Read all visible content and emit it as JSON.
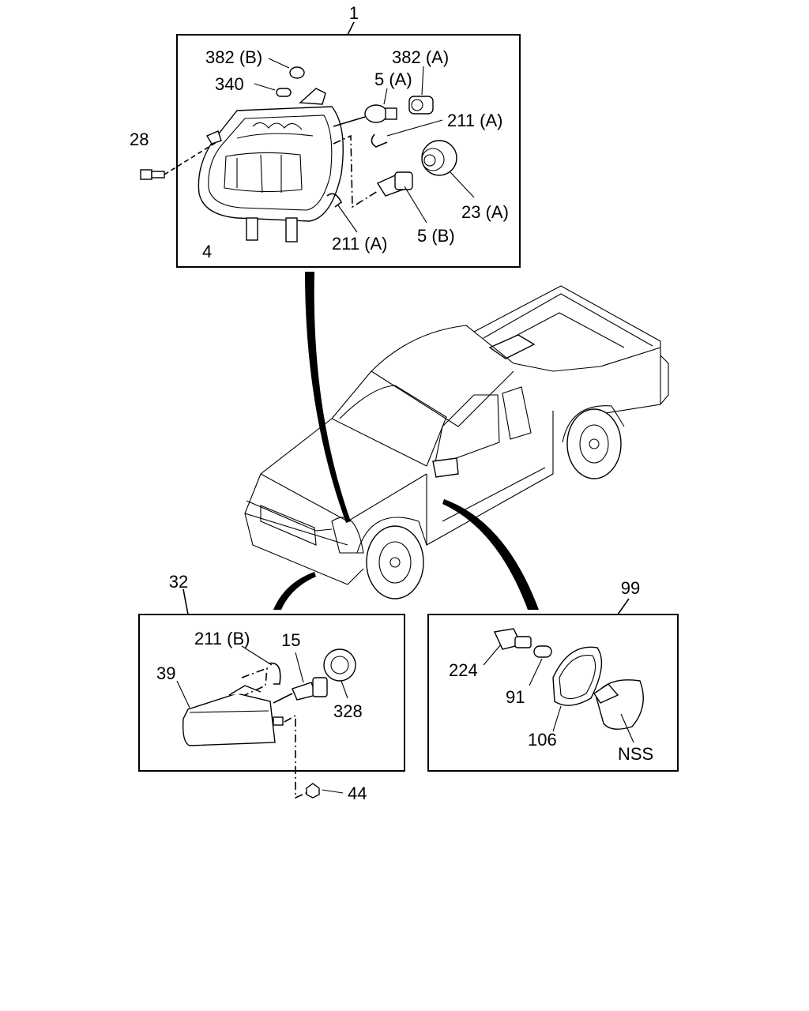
{
  "callouts": {
    "lamp_group": "1",
    "bulb_382b": "382 (B)",
    "bulb_340": "340",
    "bulb_382a": "382 (A)",
    "bulb_5a": "5 (A)",
    "clip_211a_top": "211 (A)",
    "bolt_28": "28",
    "socket_23a": "23 (A)",
    "headlamp_4": "4",
    "clip_211a_bottom": "211 (A)",
    "bulb_5b": "5 (B)",
    "fog_group": "32",
    "clip_211b": "211 (B)",
    "bulb_15": "15",
    "fog_lamp_39": "39",
    "socket_328": "328",
    "nut_44": "44",
    "side_group": "99",
    "socket_224": "224",
    "bulb_91": "91",
    "gasket_106": "106",
    "side_lamp_nss": "NSS"
  }
}
